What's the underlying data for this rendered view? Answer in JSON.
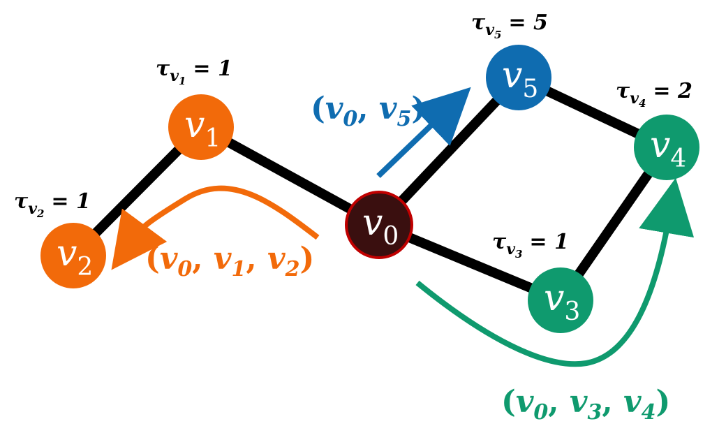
{
  "colors": {
    "orange": "#f26a0a",
    "blue": "#0f6cb0",
    "green": "#0f9a6e",
    "root": "#3a0f0f",
    "root_stroke": "#c00000",
    "edge": "#000000"
  },
  "nodes": [
    {
      "id": "v0",
      "letter": "v",
      "sub": "0",
      "color_key": "root"
    },
    {
      "id": "v1",
      "letter": "v",
      "sub": "1",
      "color_key": "orange"
    },
    {
      "id": "v2",
      "letter": "v",
      "sub": "2",
      "color_key": "orange"
    },
    {
      "id": "v3",
      "letter": "v",
      "sub": "3",
      "color_key": "green"
    },
    {
      "id": "v4",
      "letter": "v",
      "sub": "4",
      "color_key": "green"
    },
    {
      "id": "v5",
      "letter": "v",
      "sub": "5",
      "color_key": "blue"
    }
  ],
  "edges": [
    [
      "v2",
      "v1"
    ],
    [
      "v1",
      "v0"
    ],
    [
      "v0",
      "v5"
    ],
    [
      "v5",
      "v4"
    ],
    [
      "v4",
      "v3"
    ],
    [
      "v3",
      "v0"
    ]
  ],
  "taus": [
    {
      "node": "v1",
      "tau": "τ",
      "sub": "v",
      "subsub": "1",
      "eq": "= 1"
    },
    {
      "node": "v2",
      "tau": "τ",
      "sub": "v",
      "subsub": "2",
      "eq": "= 1"
    },
    {
      "node": "v5",
      "tau": "τ",
      "sub": "v",
      "subsub": "5",
      "eq": "= 5"
    },
    {
      "node": "v4",
      "tau": "τ",
      "sub": "v",
      "subsub": "4",
      "eq": "= 2"
    },
    {
      "node": "v3",
      "tau": "τ",
      "sub": "v",
      "subsub": "3",
      "eq": "= 1"
    }
  ],
  "paths": [
    {
      "id": "orange-path",
      "color_key": "orange",
      "parts": [
        "(",
        "v",
        "0",
        ", ",
        "v",
        "1",
        ", ",
        "v",
        "2",
        ")"
      ]
    },
    {
      "id": "blue-path",
      "color_key": "blue",
      "parts": [
        "(",
        "v",
        "0",
        ", ",
        "v",
        "5",
        ")"
      ]
    },
    {
      "id": "green-path",
      "color_key": "green",
      "parts": [
        "(",
        "v",
        "0",
        ", ",
        "v",
        "3",
        ", ",
        "v",
        "4",
        ")"
      ]
    }
  ]
}
